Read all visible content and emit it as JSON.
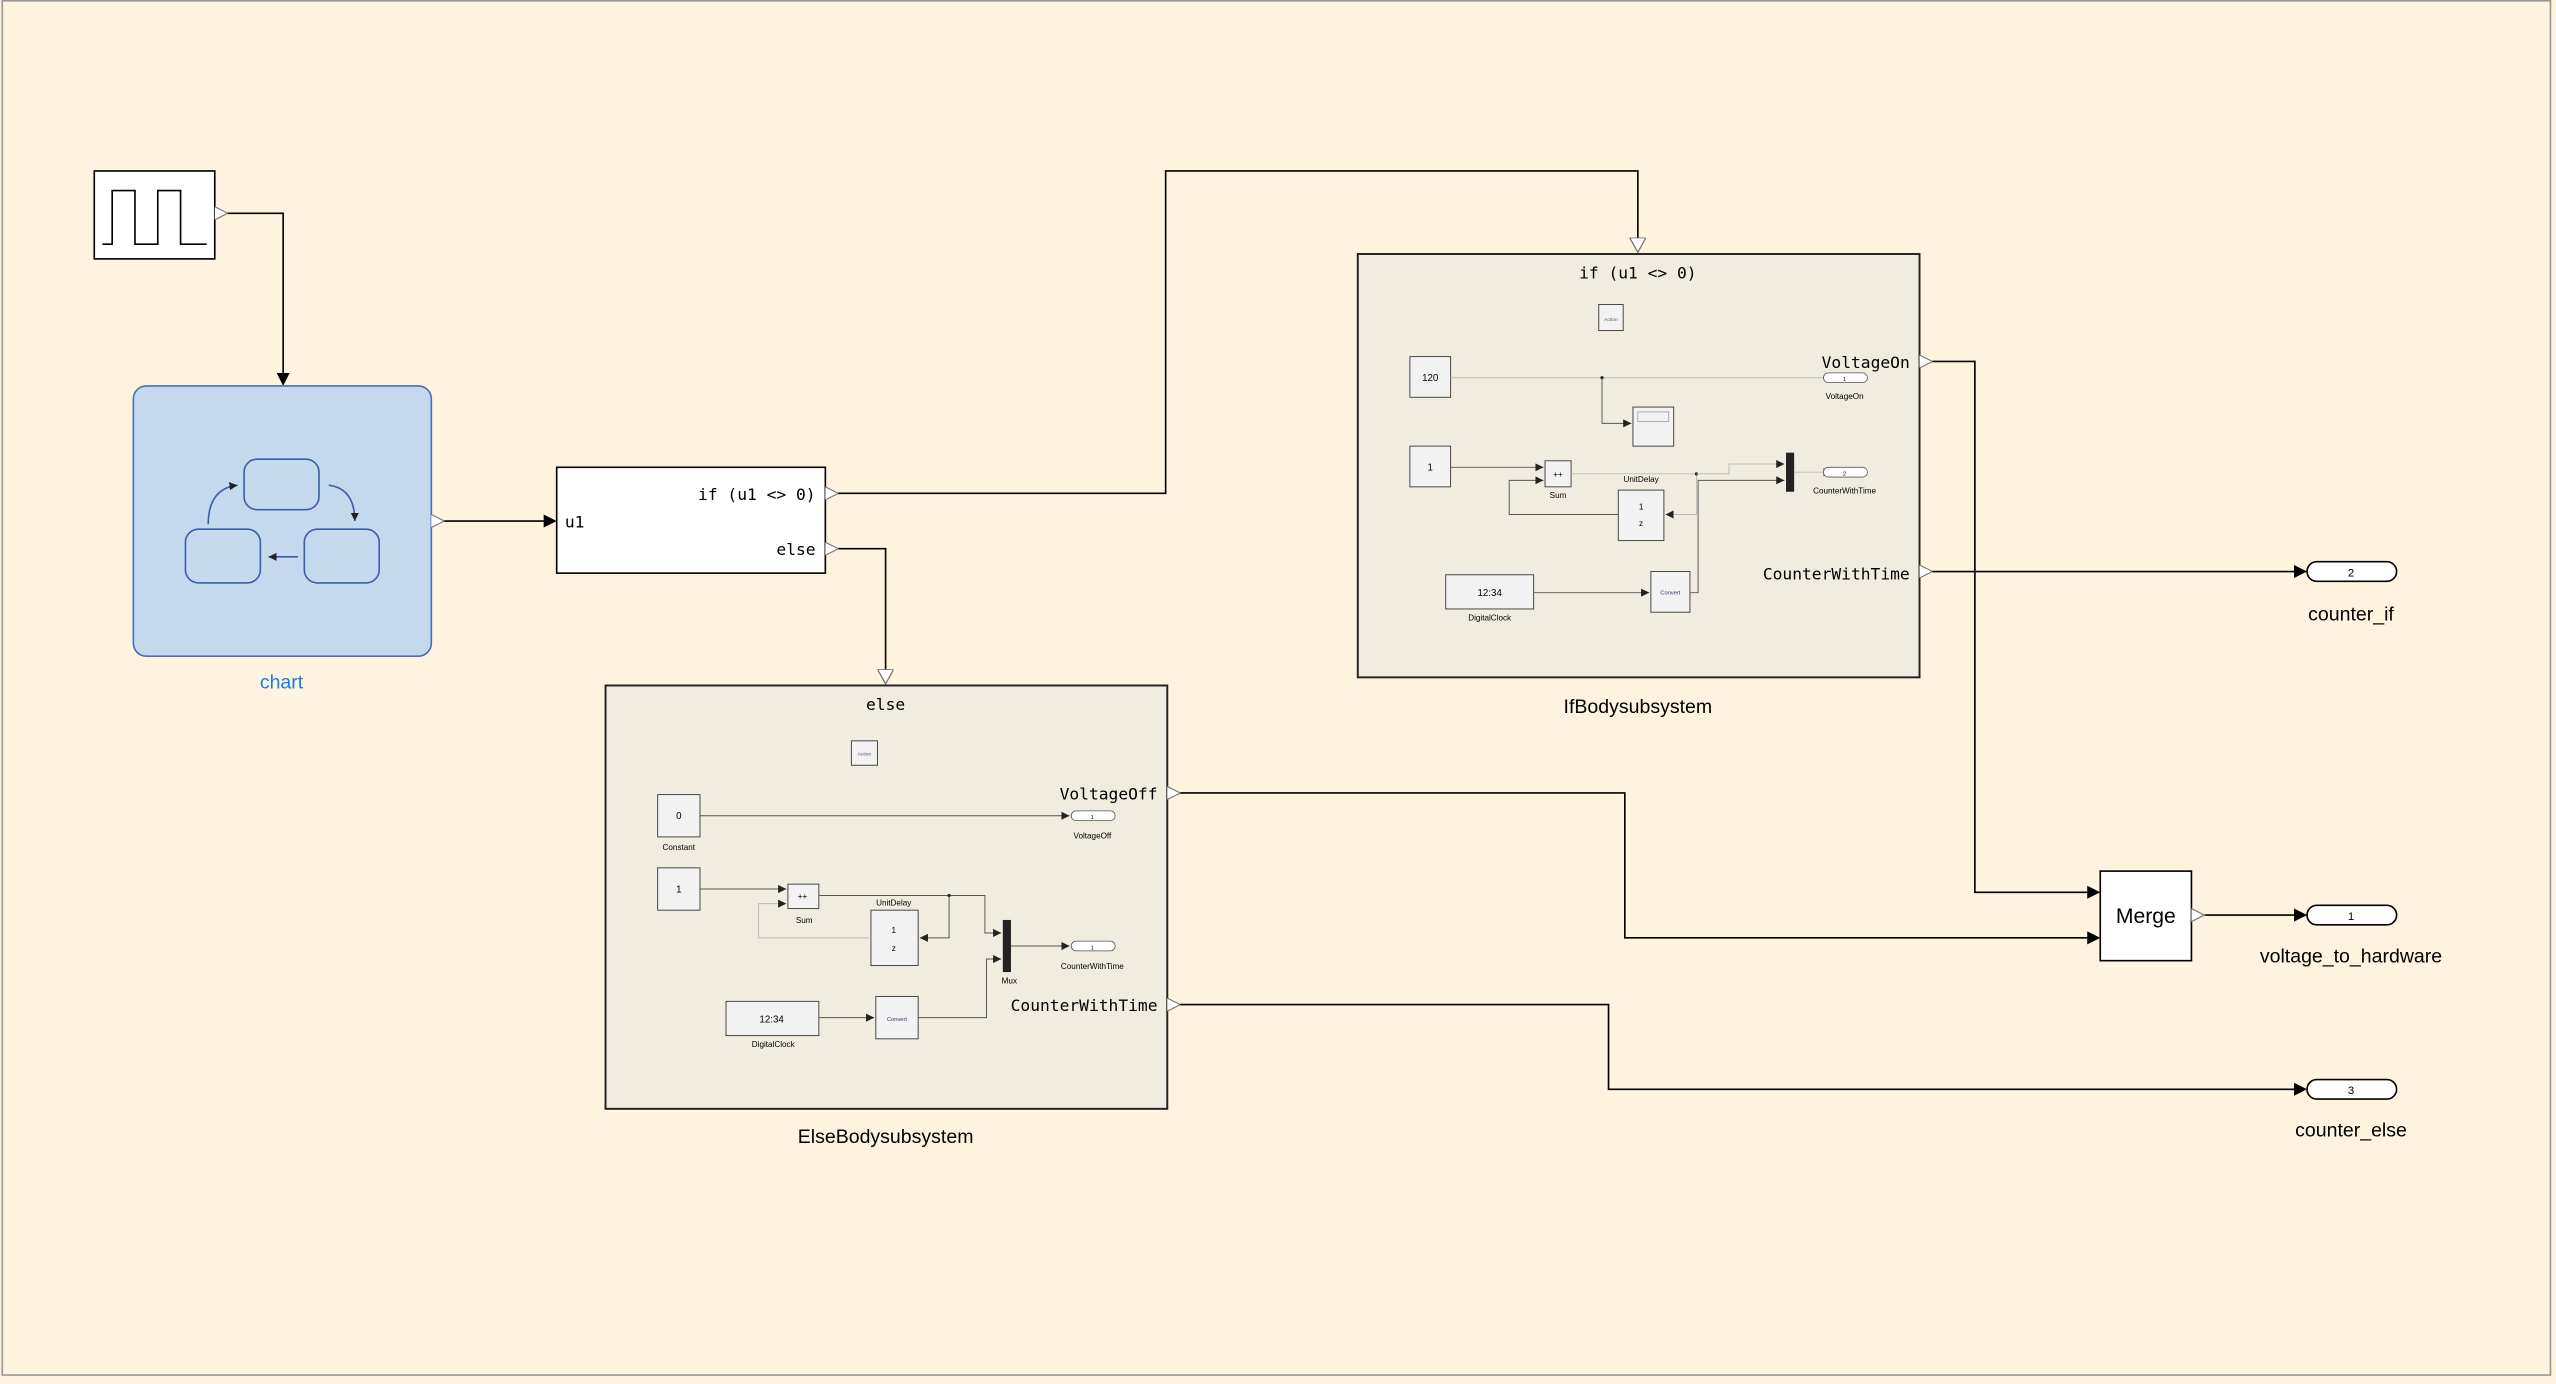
{
  "canvas": {
    "background": "#fdf3df"
  },
  "chart_block": {
    "label": "chart",
    "label_color": "#1a7fe0",
    "fill": "#c5d9ee"
  },
  "if_block": {
    "input": "u1",
    "if_output": "if (u1 <> 0)",
    "else_output": "else"
  },
  "if_subsystem": {
    "title": "if (u1 <> 0)",
    "name": "IfBodysubsystem",
    "out1": "VoltageOn",
    "out2": "CounterWithTime",
    "inner": {
      "action": "Action",
      "constant_120": "120",
      "constant_1": "1",
      "sum": "Sum",
      "sum_signs": "++",
      "unit_delay": "UnitDelay",
      "delay_num": "1",
      "delay_den": "z",
      "clock_value": "12:34",
      "clock": "DigitalClock",
      "convert": "Convert",
      "outport1_num": "1",
      "outport1": "VoltageOn",
      "outport2_num": "2",
      "outport2": "CounterWithTime"
    }
  },
  "else_subsystem": {
    "title": "else",
    "name": "ElseBodysubsystem",
    "out1": "VoltageOff",
    "out2": "CounterWithTime",
    "inner": {
      "action": "Action",
      "constant_0": "0",
      "constant": "Constant",
      "constant_1": "1",
      "sum": "Sum",
      "sum_signs": "++",
      "unit_delay": "UnitDelay",
      "delay_num": "1",
      "delay_den": "z",
      "mux": "Mux",
      "clock_value": "12:34",
      "clock": "DigitalClock",
      "convert": "Convert",
      "outport1_num": "1",
      "outport1": "VoltageOff",
      "outport2_num": "1",
      "outport2": "CounterWithTime"
    }
  },
  "merge": {
    "label": "Merge"
  },
  "outports": [
    {
      "num": "2",
      "name": "counter_if"
    },
    {
      "num": "1",
      "name": "voltage_to_hardware"
    },
    {
      "num": "3",
      "name": "counter_else"
    }
  ]
}
